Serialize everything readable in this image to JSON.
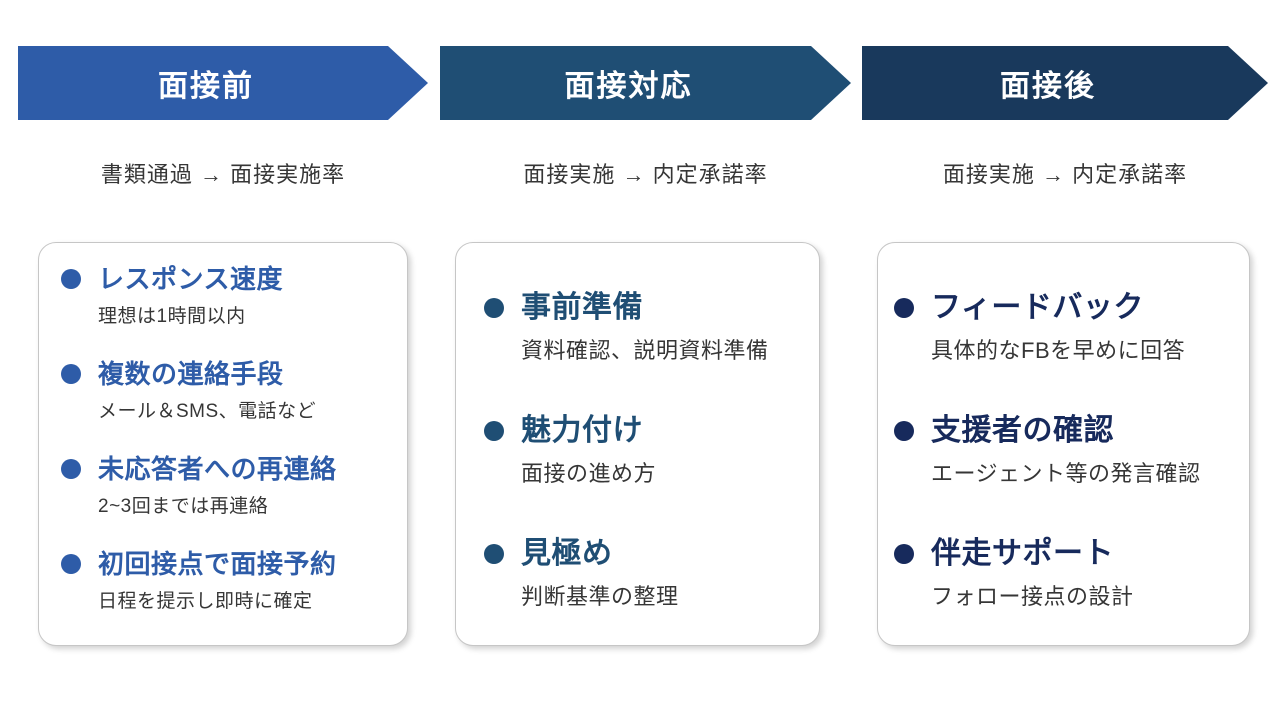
{
  "colors": {
    "background": "#FFFFFF",
    "body_text": "#363636",
    "card_border": "#C6C6C6",
    "arrow_text": "#FFFFFF"
  },
  "columns": [
    {
      "header": {
        "label": "面接前",
        "color": "#2E5CA8"
      },
      "metric": "書類通過 → 面接実施率",
      "accent": "#2E5CA8",
      "items": [
        {
          "title": "レスポンス速度",
          "desc": "理想は1時間以内"
        },
        {
          "title": "複数の連絡手段",
          "desc": "メール＆SMS、電話など"
        },
        {
          "title": "未応答者への再連絡",
          "desc": "2~3回までは再連絡"
        },
        {
          "title": "初回接点で面接予約",
          "desc": "日程を提示し即時に確定"
        }
      ]
    },
    {
      "header": {
        "label": "面接対応",
        "color": "#1F4E74"
      },
      "metric": "面接実施 → 内定承諾率",
      "accent": "#1F4E74",
      "items": [
        {
          "title": "事前準備",
          "desc": "資料確認、説明資料準備"
        },
        {
          "title": "魅力付け",
          "desc": "面接の進め方"
        },
        {
          "title": "見極め",
          "desc": "判断基準の整理"
        }
      ]
    },
    {
      "header": {
        "label": "面接後",
        "color": "#19395C"
      },
      "metric": "面接実施 → 内定承諾率",
      "accent": "#172A5C",
      "items": [
        {
          "title": "フィードバック",
          "desc": "具体的なFBを早めに回答"
        },
        {
          "title": "支援者の確認",
          "desc": "エージェント等の発言確認"
        },
        {
          "title": "伴走サポート",
          "desc": "フォロー接点の設計"
        }
      ]
    }
  ]
}
